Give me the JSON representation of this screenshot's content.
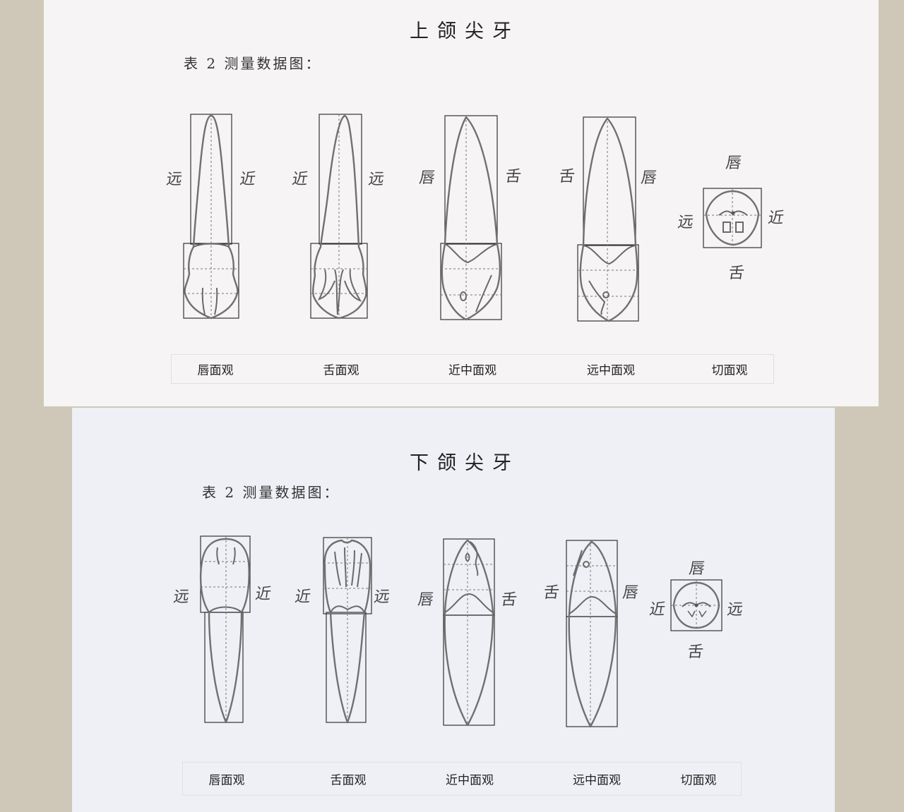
{
  "upper": {
    "title": "上颌尖牙",
    "subtitle": "表 2 测量数据图：",
    "annotations": {
      "labial_view": [
        "远",
        "近"
      ],
      "lingual_view": [
        "近",
        "远"
      ],
      "mesial_view": [
        "唇",
        "舌"
      ],
      "distal_view": [
        "舌",
        "唇"
      ],
      "incisal_view": {
        "top": "唇",
        "left": "远",
        "right": "近",
        "bottom": "舌"
      }
    },
    "captions": [
      "唇面观",
      "舌面观",
      "近中面观",
      "远中面观",
      "切面观"
    ]
  },
  "lower": {
    "title": "下颌尖牙",
    "subtitle": "表 2 测量数据图：",
    "annotations": {
      "labial_view": [
        "远",
        "近"
      ],
      "lingual_view": [
        "近",
        "远"
      ],
      "mesial_view": [
        "唇",
        "舌"
      ],
      "distal_view": [
        "舌",
        "唇"
      ],
      "incisal_view": {
        "top": "唇",
        "left": "近",
        "right": "远",
        "bottom": "舌"
      }
    },
    "captions": [
      "唇面观",
      "舌面观",
      "近中面观",
      "远中面观",
      "切面观"
    ]
  }
}
